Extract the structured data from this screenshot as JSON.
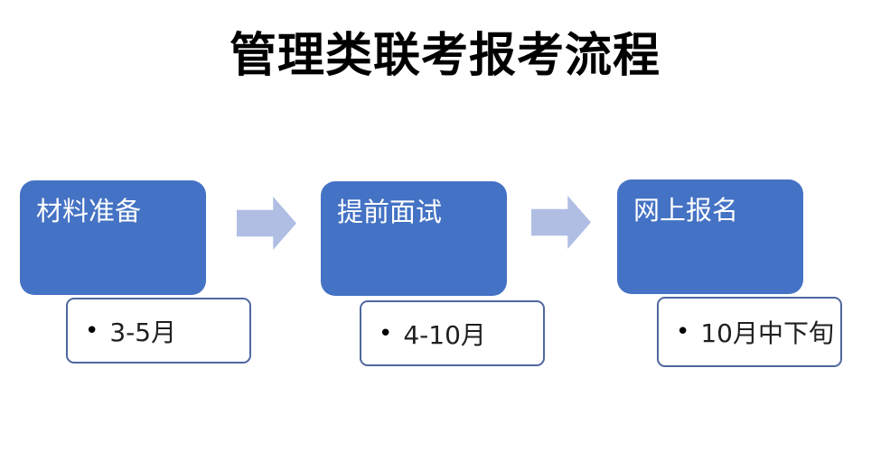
{
  "title": {
    "text": "管理类联考报考流程"
  },
  "flow": {
    "bullet": "•",
    "steps": [
      {
        "label": "材料准备",
        "note": "3-5月"
      },
      {
        "label": "提前面试",
        "note": "4-10月"
      },
      {
        "label": "网上报名",
        "note": "10月中下旬"
      }
    ]
  },
  "colors": {
    "step_fill": "#4472c4",
    "step_text": "#ffffff",
    "arrow_fill": "#b0bee4",
    "note_border": "#4f679f",
    "note_text": "#1f1f1f",
    "title_text": "#000000",
    "background": "#ffffff"
  }
}
